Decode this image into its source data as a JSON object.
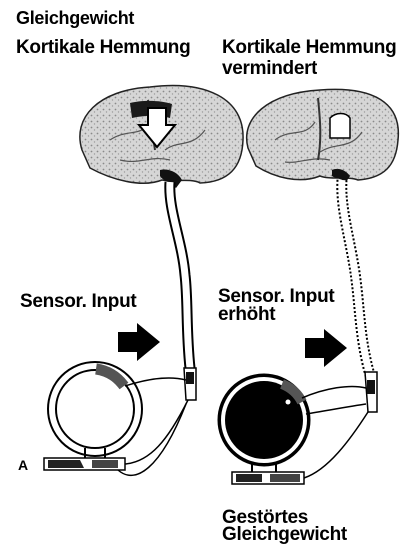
{
  "title": "Gleichgewicht",
  "left": {
    "heading": "Kortikale Hemmung",
    "input_label": "Sensor. Input"
  },
  "right": {
    "heading_line1": "Kortikale Hemmung",
    "heading_line2": "vermindert",
    "input_line1": "Sensor. Input",
    "input_line2": "erhöht",
    "disturbed_line1": "Gestörtes",
    "disturbed_line2": "Gleichgewicht"
  },
  "panel_label": "A",
  "colors": {
    "brain_fill": "#cfcfcf",
    "ink": "#000000"
  }
}
